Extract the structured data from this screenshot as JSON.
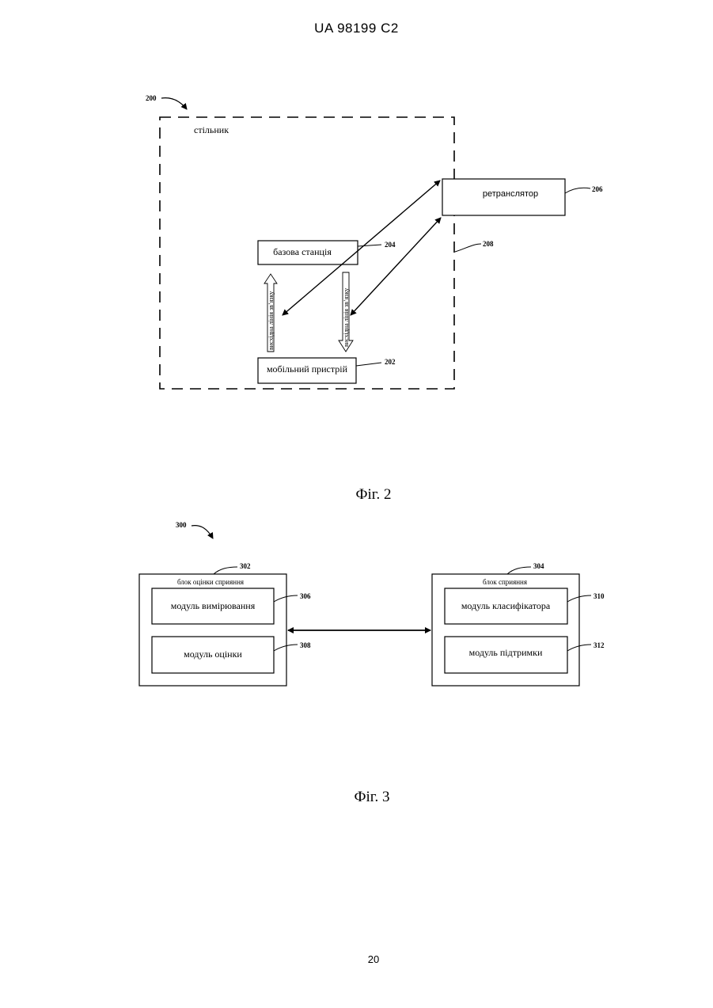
{
  "header": {
    "doc_id": "UA   98199   C2"
  },
  "fig2": {
    "caption": "Фіг. 2",
    "cell_label": "стільник",
    "ref_200": "200",
    "ref_202": "202",
    "ref_204": "204",
    "ref_206": "206",
    "ref_208": "208",
    "repeater_label": "ретранслятор",
    "base_station_label": "базова станція",
    "mobile_device_label": "мобільний пристрій",
    "uplink_label": "висхідна лінія зв’язку",
    "downlink_label": "висхідна лінія зв’язку"
  },
  "fig3": {
    "caption": "Фіг. 3",
    "ref_300": "300",
    "ref_302": "302",
    "ref_304": "304",
    "ref_306": "306",
    "ref_308": "308",
    "ref_310": "310",
    "ref_312": "312",
    "block_left_title": "блок оцінки сприяння",
    "block_right_title": "блок сприяння",
    "measurement_module": "модуль вимірювання",
    "estimation_module": "модуль оцінки",
    "classifier_module": "модуль класифікатора",
    "support_module": "модуль підтримки"
  },
  "page_number": "20"
}
